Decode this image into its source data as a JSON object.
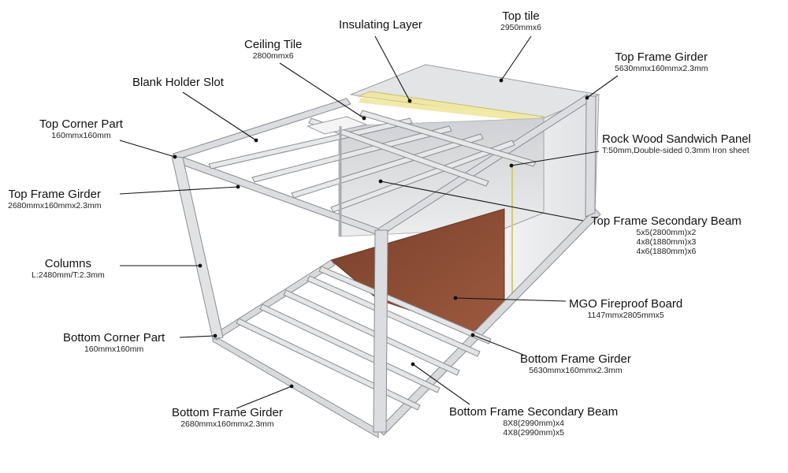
{
  "labels": {
    "insulating_layer": {
      "title": "Insulating Layer"
    },
    "top_tile": {
      "title": "Top tile",
      "spec": "2950mmx6"
    },
    "ceiling_tile": {
      "title": "Ceiling Tile",
      "spec": "2800mmx6"
    },
    "top_frame_girder_right": {
      "title": "Top Frame Girder",
      "spec": "5630mmx160mmx2.3mm"
    },
    "blank_holder_slot": {
      "title": "Blank Holder Slot"
    },
    "top_corner_part": {
      "title": "Top Corner Part",
      "spec": "160mmx160mm"
    },
    "rock_wood_panel": {
      "title": "Rock Wood Sandwich Panel",
      "spec": "T:50mm,Double-sided 0.3mm Iron sheet"
    },
    "top_frame_girder_left": {
      "title": "Top Frame Girder",
      "spec": "2680mmx160mmx2.3mm"
    },
    "top_frame_secondary_beam": {
      "title": "Top Frame Secondary Beam",
      "specs": [
        "5x5(2800mm)x2",
        "4x8(1880mm)x3",
        "4x6(1880mm)x6"
      ]
    },
    "columns": {
      "title": "Columns",
      "spec": "L:2480mm/T:2.3mm"
    },
    "mgo_board": {
      "title": "MGO Fireproof Board",
      "spec": "1147mmx2805mmx5"
    },
    "bottom_corner_part": {
      "title": "Bottom Corner Part",
      "spec": "160mmx160mm"
    },
    "bottom_frame_girder_right": {
      "title": "Bottom Frame Girder",
      "spec": "5630mmx160mmx2.3mm"
    },
    "bottom_frame_girder_left": {
      "title": "Bottom Frame Girder",
      "spec": "2680mmx160mmx2.3mm"
    },
    "bottom_frame_secondary_beam": {
      "title": "Bottom Frame Secondary Beam",
      "specs": [
        "8X8(2990mm)x4",
        "4X8(2990mm)x5"
      ]
    }
  },
  "colors": {
    "frame": "#d9dadc",
    "frame_edge": "#8a8c90",
    "panel": "#e6e7e9",
    "floor": "#8b4a33",
    "insulation": "#efe7a6",
    "leader": "#111111"
  }
}
